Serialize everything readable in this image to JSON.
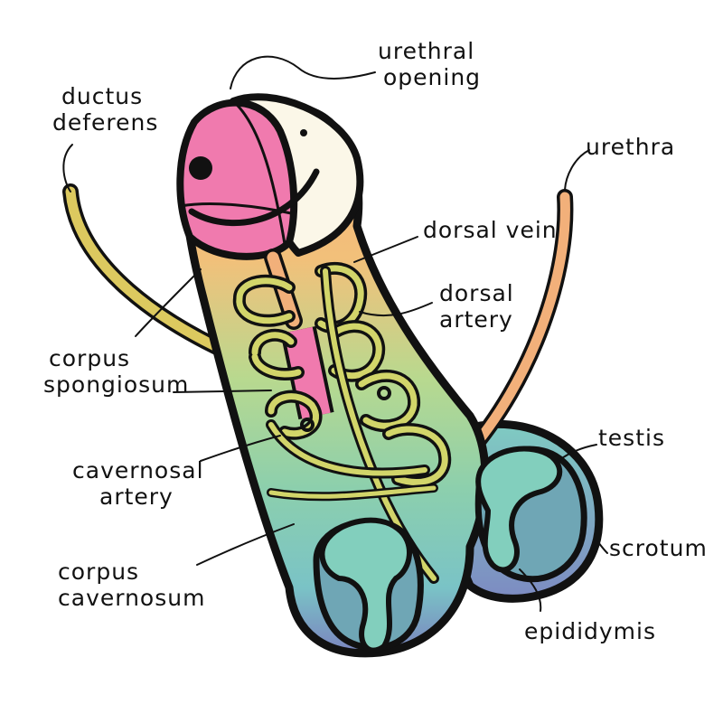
{
  "labels": {
    "urethral_opening": [
      "urethral",
      "opening"
    ],
    "ductus_deferens": [
      "ductus",
      "deferens"
    ],
    "urethra": "urethra",
    "dorsal_vein": "dorsal vein",
    "dorsal_artery": [
      "dorsal",
      "artery"
    ],
    "corpus_spongiosum": [
      "corpus",
      "spongiosum"
    ],
    "testis": "testis",
    "cavernosal_artery": [
      "cavernosal",
      "artery"
    ],
    "scrotum": "scrotum",
    "corpus_cavernosum": [
      "corpus",
      "cavernosum"
    ],
    "epididymis": "epididymis"
  },
  "colors": {
    "outline": "#111111",
    "glans": "#f07aae",
    "glans_cap": "#fbf7e8",
    "shaft_top": "#f6b777",
    "shaft_mid": "#a6d39a",
    "shaft_bottom": "#7cc8c4",
    "scrotum_bottom": "#7d86bd",
    "testis": "#6fa6b5",
    "epididymis": "#82cfbd",
    "vessels": "#d2d56a",
    "veins": "#555555",
    "ductus": "#dcc95f",
    "urethra_tube": "#f2b07a",
    "spongiosum": "#f07aae"
  }
}
